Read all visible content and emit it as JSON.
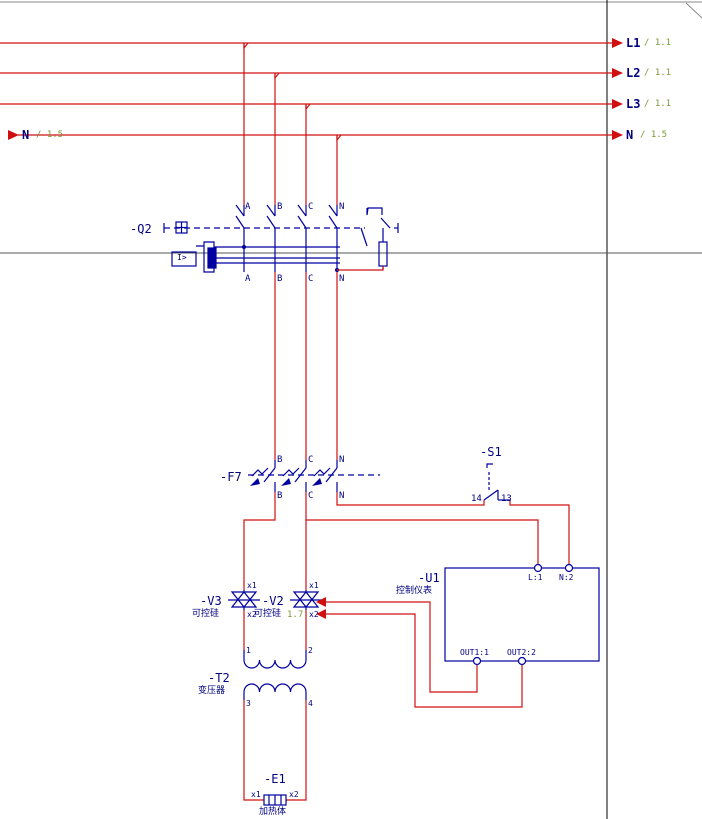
{
  "colors": {
    "wire": "#d01010",
    "symbol": "#0000a0",
    "text": "#000080",
    "reference": "#7a9a3a",
    "border": "#000000",
    "background": "#ffffff"
  },
  "buses": {
    "L1": {
      "label": "L1",
      "ref": "/ 1.1"
    },
    "L2": {
      "label": "L2",
      "ref": "/ 1.1"
    },
    "L3": {
      "label": "L3",
      "ref": "/ 1.1"
    },
    "N": {
      "label": "N",
      "ref": "/ 1.5"
    },
    "N_in": {
      "label": "N",
      "ref": "/ 1.5"
    }
  },
  "devices": {
    "Q2": {
      "tag": "-Q2",
      "trip_label": "I>",
      "poles_top": [
        "A",
        "B",
        "C",
        "N"
      ],
      "poles_bottom": [
        "A",
        "B",
        "C",
        "N"
      ]
    },
    "F7": {
      "tag": "-F7",
      "poles_top": [
        "B",
        "C",
        "N"
      ],
      "poles_bottom": [
        "B",
        "C",
        "N"
      ]
    },
    "S1": {
      "tag": "-S1",
      "pin_a": "14",
      "pin_b": "13"
    },
    "U1": {
      "tag": "-U1",
      "desc": "控制仪表",
      "pins": [
        "L:1",
        "N:2",
        "OUT1:1",
        "OUT2:2"
      ]
    },
    "V3": {
      "tag": "-V3",
      "desc": "可控硅",
      "pin_top": "x1",
      "pin_bottom": "x2"
    },
    "V2": {
      "tag": "-V2",
      "desc": "可控硅",
      "pin_top": "x1",
      "pin_bottom": "x2",
      "ref": "1.7"
    },
    "T2": {
      "tag": "-T2",
      "desc": "变压器",
      "pins": [
        "1",
        "2",
        "3",
        "4"
      ]
    },
    "E1": {
      "tag": "-E1",
      "desc": "加热体",
      "pin_left": "x1",
      "pin_right": "x2"
    }
  }
}
